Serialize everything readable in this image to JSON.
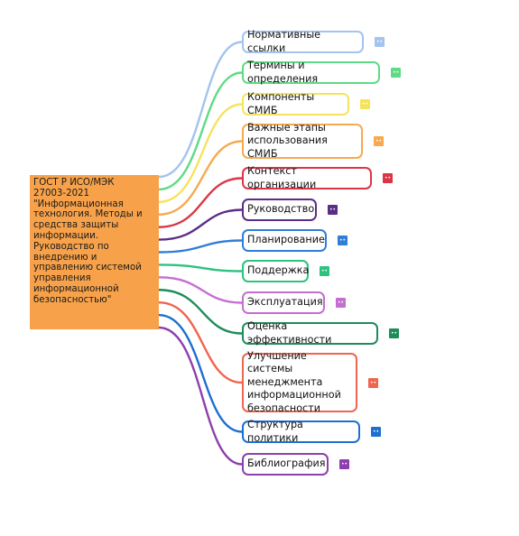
{
  "root": {
    "label": "ГОСТ Р ИСО/МЭК\n27003-2021\n\"Информационная\nтехнология. Методы и\nсредства защиты\nинформации.\nРуководство по\nвнедрению и\nуправлению системой\nуправления\nинформационной\nбезопасностью\""
  },
  "badge_glyph": "••",
  "branches": [
    {
      "label": "Нормативные ссылки",
      "color": "#a2c4ee"
    },
    {
      "label": "Термины и определения",
      "color": "#5fdb86"
    },
    {
      "label": "Компоненты СМИБ",
      "color": "#f6e35d"
    },
    {
      "label": "Важные этапы\nиспользования СМИБ",
      "color": "#f6a94f"
    },
    {
      "label": "Контекст организации",
      "color": "#dc3545"
    },
    {
      "label": "Руководство",
      "color": "#5b2d86"
    },
    {
      "label": "Планирование",
      "color": "#2f7ed8"
    },
    {
      "label": "Поддержка",
      "color": "#2ec27e"
    },
    {
      "label": "Эксплуатация",
      "color": "#c46fd0"
    },
    {
      "label": "Оценка эффективности",
      "color": "#1e8c5a"
    },
    {
      "label": "Улучшение системы\nменеджмента\nинформационной\nбезопасности",
      "color": "#ef6550"
    },
    {
      "label": "Структура политики",
      "color": "#1d6fd2"
    },
    {
      "label": "Библиография",
      "color": "#8e3fae"
    }
  ]
}
